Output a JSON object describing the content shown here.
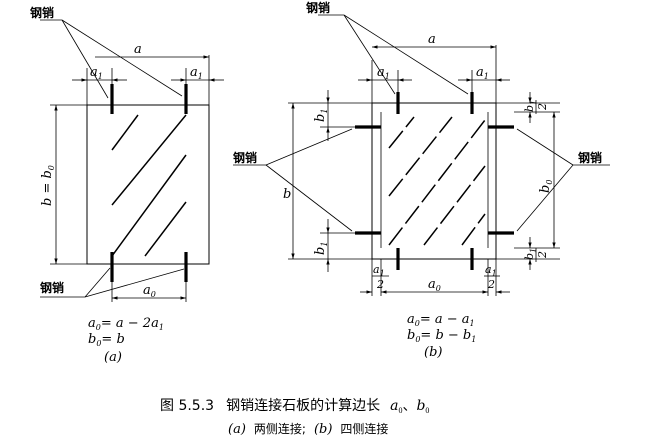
{
  "pin_label": "钢销",
  "diagram_a": {
    "dim_a": "a",
    "dim_a1": "a",
    "sub_1": "1",
    "dim_b_eq": "b = b",
    "sub_0": "0",
    "dim_a0": "a",
    "formula1_lhs": "a",
    "formula1_rhs": "= a − 2a",
    "formula2_lhs": "b",
    "formula2_rhs": "= b",
    "label": "(a)"
  },
  "diagram_b": {
    "dim_a": "a",
    "dim_a1": "a",
    "dim_b": "b",
    "dim_b0": "b",
    "dim_b1": "b",
    "dim_a0": "a",
    "half": "2",
    "formula1_lhs": "a",
    "formula1_rhs": "= a − a",
    "formula2_lhs": "b",
    "formula2_rhs": "= b − b",
    "label": "(b)"
  },
  "caption": {
    "figure_no": "图 5.5.3",
    "title": "钢销连接石板的计算边长",
    "vars": "a",
    "sep": "、",
    "vars2": "b",
    "sub_0": "0",
    "line2_a": "(a)",
    "line2_a_text": "两侧连接;",
    "line2_b": "(b)",
    "line2_b_text": "四侧连接"
  }
}
